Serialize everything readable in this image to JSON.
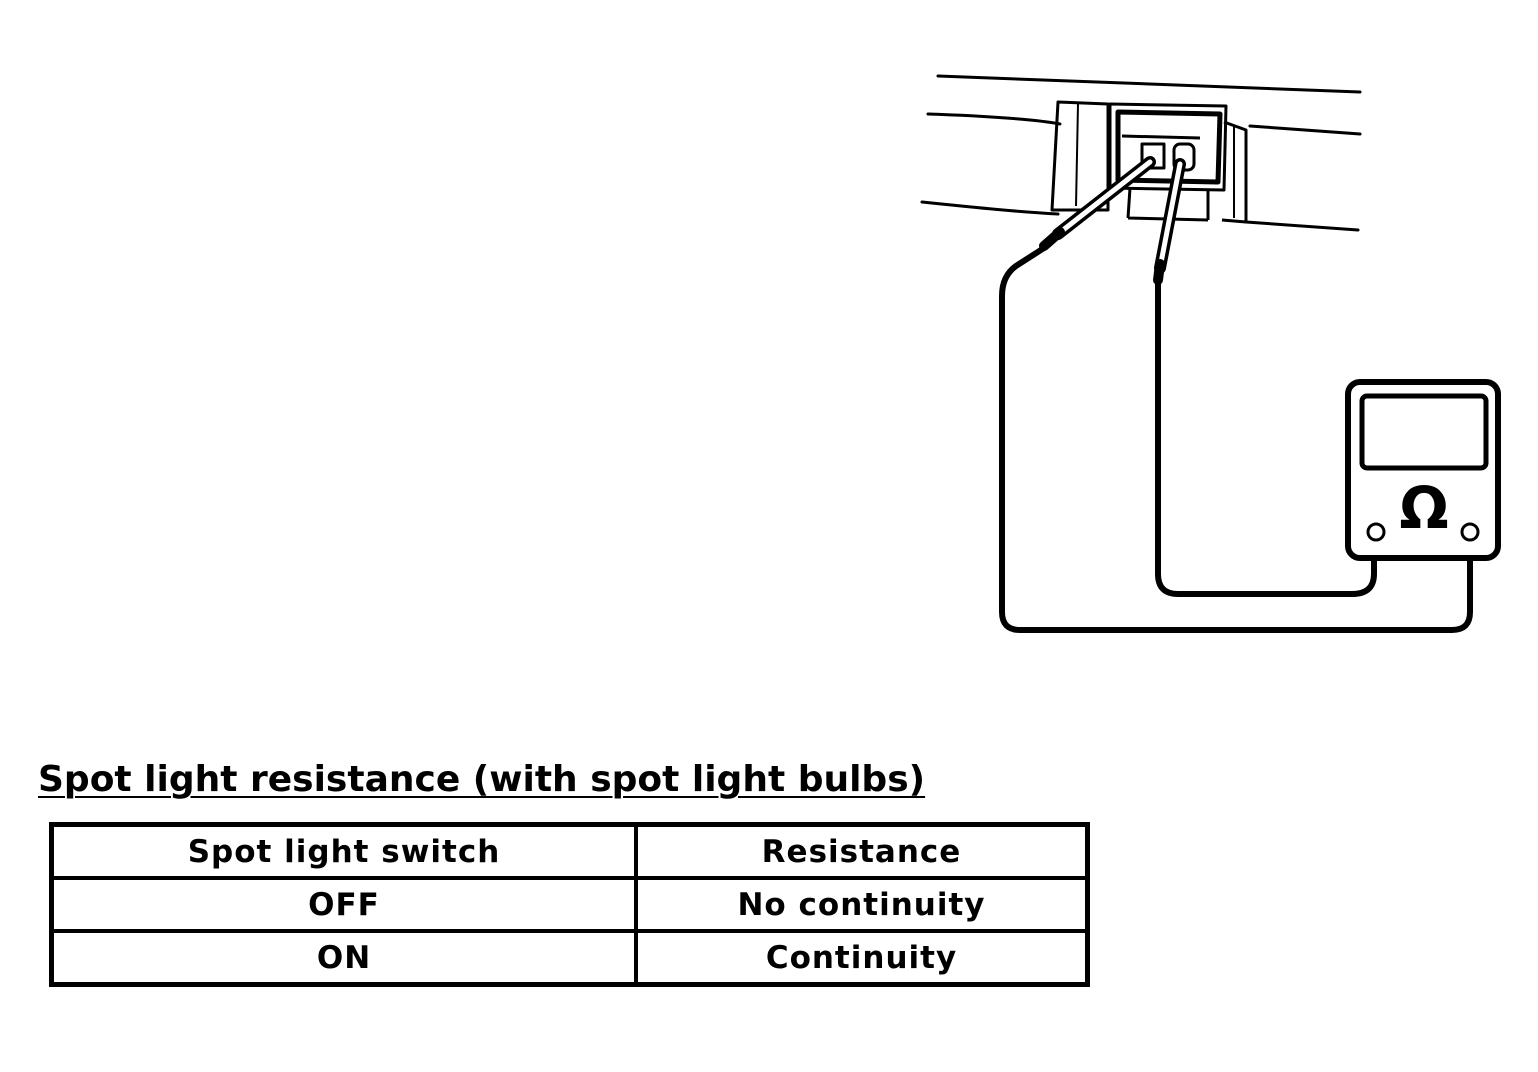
{
  "diagram": {
    "meter_symbol": "Ω",
    "meter_icon": "ohmmeter-icon",
    "connector_icon": "spot-light-connector-icon"
  },
  "section": {
    "title": "Spot light resistance (with spot light bulbs)"
  },
  "table": {
    "headers": [
      "Spot light switch",
      "Resistance"
    ],
    "rows": [
      [
        "OFF",
        "No continuity"
      ],
      [
        "ON",
        "Continuity"
      ]
    ]
  }
}
